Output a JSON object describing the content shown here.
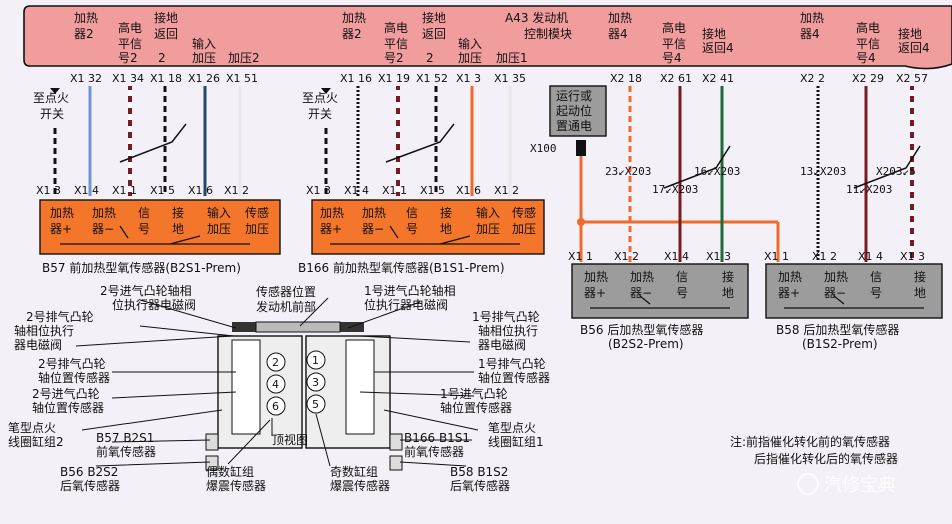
{
  "ecu": {
    "title_line1": "A43 发动机",
    "title_line2": "控制模块",
    "columns": [
      {
        "l1": "加热",
        "l2": "器2",
        "pin": "X1 32"
      },
      {
        "l1": "高电",
        "l2": "平信",
        "l3": "号2",
        "pin": "X1 34"
      },
      {
        "l1": "接地",
        "l2": "返回",
        "l3": "2",
        "pin": "X1 18"
      },
      {
        "l1": "输入",
        "l2": "加压",
        "pin": "X1 26"
      },
      {
        "l1": "加压2",
        "pin": "X1 51"
      },
      {
        "l1": "加热",
        "l2": "器2",
        "pin": "X1 16"
      },
      {
        "l1": "高电",
        "l2": "平信",
        "l3": "号2",
        "pin": "X1 19"
      },
      {
        "l1": "接地",
        "l2": "返回",
        "l3": "2",
        "pin": "X1 52"
      },
      {
        "l1": "输入",
        "l2": "加压",
        "pin": "X1 3"
      },
      {
        "l1": "加压1",
        "pin": "X1 35"
      },
      {
        "l1": "加热",
        "l2": "器4",
        "pin": "X2 18"
      },
      {
        "l1": "高电",
        "l2": "平信",
        "l3": "号4",
        "pin": "X2 61"
      },
      {
        "l1": "接地",
        "l2": "返回4",
        "pin": "X2 41"
      },
      {
        "l1": "加热",
        "l2": "器4",
        "pin": "X2 2"
      },
      {
        "l1": "高电",
        "l2": "平信",
        "l3": "号4",
        "pin": "X2 29"
      },
      {
        "l1": "接地",
        "l2": "返回4",
        "pin": "X2 57"
      }
    ]
  },
  "ignition_label_1": "至点火",
  "ignition_label_2": "开关",
  "relay": {
    "l1": "运行或",
    "l2": "起动位",
    "l3": "置通电",
    "conn": "X100"
  },
  "sensors": {
    "b57": {
      "caption": "B57 前加热型氧传感器(B2S1-Prem)",
      "pins": [
        "X1 3",
        "X1 4",
        "X1 1",
        "X1 5",
        "X1 6",
        "X1 2"
      ],
      "labels": [
        [
          "加热",
          "器+"
        ],
        [
          "加热",
          "器−"
        ],
        [
          "信",
          "号"
        ],
        [
          "接",
          "地"
        ],
        [
          "输入",
          "加压"
        ],
        [
          "传感",
          "加压"
        ]
      ]
    },
    "b166": {
      "caption": "B166 前加热型氧传感器(B1S1-Prem)",
      "pins": [
        "X1 3",
        "X1 4",
        "X1 1",
        "X1 5",
        "X1 6",
        "X1 2"
      ],
      "labels": [
        [
          "加热",
          "器+"
        ],
        [
          "加热",
          "器−"
        ],
        [
          "信",
          "号"
        ],
        [
          "接",
          "地"
        ],
        [
          "输入",
          "加压"
        ],
        [
          "传感",
          "加压"
        ]
      ]
    },
    "b56": {
      "caption1": "B56 后加热型氧传感器",
      "caption2": "(B2S2-Prem)",
      "pins": [
        "X1 1",
        "X1 2",
        "X1 4",
        "X1 3"
      ],
      "labels": [
        [
          "加热",
          "器+"
        ],
        [
          "加热",
          "器−"
        ],
        [
          "信",
          "号"
        ],
        [
          "接",
          "地"
        ]
      ]
    },
    "b58": {
      "caption1": "B58 后加热型氧传感器",
      "caption2": "(B1S2-Prem)",
      "pins": [
        "X1 1",
        "X1 2",
        "X1 4",
        "X1 3"
      ],
      "labels": [
        [
          "加热",
          "器+"
        ],
        [
          "加热",
          "器−"
        ],
        [
          "信",
          "号"
        ],
        [
          "接",
          "地"
        ]
      ]
    }
  },
  "splices": {
    "b56": [
      {
        "pin": "23",
        "conn": "X203"
      },
      {
        "pin": "16",
        "conn": "X203"
      },
      {
        "pin": "17",
        "conn": "X203"
      }
    ],
    "b58": [
      {
        "pin": "13",
        "conn": "X203"
      },
      {
        "pin": "X203",
        "conn": "5"
      },
      {
        "pin": "11",
        "conn": "X203"
      }
    ]
  },
  "top_view": {
    "labels": {
      "cam_exh2_a": "2号排气凸轮",
      "cam_exh2_b": "轴相位执行",
      "cam_exh2_c": "器电磁阀",
      "cam_in2_a": "2号进气凸轮轴相",
      "cam_in2_b": "位执行器电磁阀",
      "sensor_pos_a": "传感器位置",
      "sensor_pos_b": "发动机前部",
      "cam_in1_a": "1号进气凸轮轴相",
      "cam_in1_b": "位执行器电磁阀",
      "cam_exh1_a": "1号排气凸轮",
      "cam_exh1_b": "轴相位执行",
      "cam_exh1_c": "器电磁阀",
      "pos_exh2_a": "2号排气凸轮",
      "pos_exh2_b": "轴位置传感器",
      "pos_in2_a": "2号进气凸轮",
      "pos_in2_b": "轴位置传感器",
      "coil2_a": "笔型点火",
      "coil2_b": "线圈缸组2",
      "b57s_a": "B57 B2S1",
      "b57s_b": "前氧传感器",
      "b56s_a": "B56 B2S2",
      "b56s_b": "后氧传感器",
      "even_knock_a": "偶数缸组",
      "even_knock_b": "爆震传感器",
      "top_view": "顶视图",
      "odd_knock_a": "奇数缸组",
      "odd_knock_b": "爆震传感器",
      "pos_exh1_a": "1号排气凸轮",
      "pos_exh1_b": "轴位置传感器",
      "pos_in1_a": "1号进气凸轮",
      "pos_in1_b": "轴位置传感器",
      "coil1_a": "笔型点火",
      "coil1_b": "线圈缸组1",
      "b166s_a": "B166 B1S1",
      "b166s_b": "前氧传感器",
      "b58s_a": "B58 B1S2",
      "b58s_b": "后氧传感器"
    },
    "cylinders": [
      "2",
      "4",
      "6",
      "1",
      "3",
      "5"
    ]
  },
  "note_line1": "注:前指催化转化前的氧传感器",
  "note_line2": "后指催化转化后的氧传感器",
  "watermark": "汽修宝典",
  "colors": {
    "ecu_band": "#f19d9d",
    "sensor_orange": "#f4762a",
    "sensor_gray": "#9c9c9c",
    "blue_wire": "#6f97d3",
    "orange_wire": "#ef6a2b",
    "green_wire": "#1f6a3a",
    "red_wire": "#9e1c25"
  }
}
